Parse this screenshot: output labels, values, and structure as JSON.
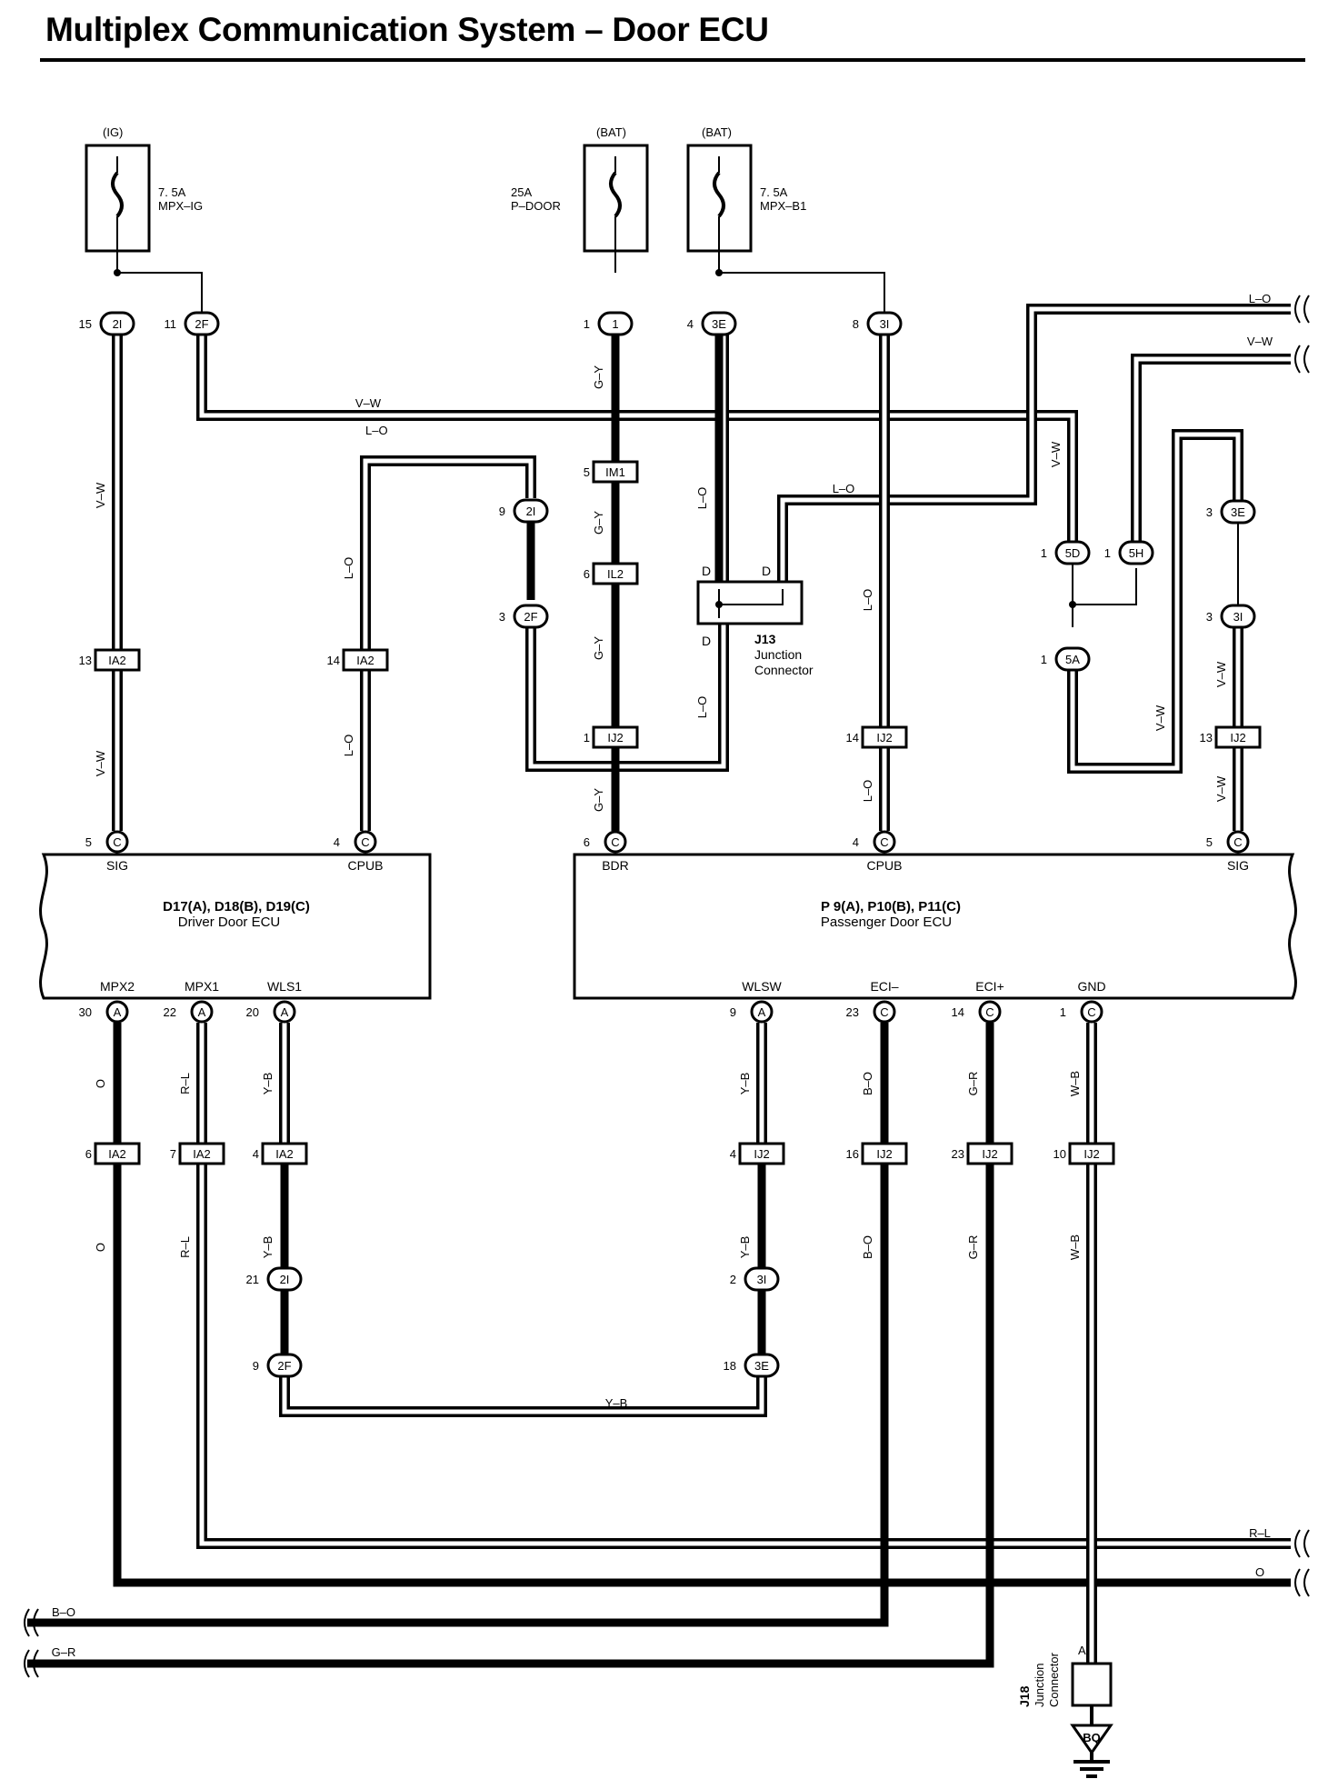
{
  "title": "Multiplex Communication System – Door ECU",
  "fuses": [
    {
      "supply": "(IG)",
      "rating": "7. 5A",
      "name": "MPX–IG"
    },
    {
      "supply": "(BAT)",
      "rating": "25A",
      "name": "P–DOOR"
    },
    {
      "supply": "(BAT)",
      "rating": "7. 5A",
      "name": "MPX–B1"
    }
  ],
  "ecus": {
    "driver": {
      "code": "D17(A), D18(B), D19(C)",
      "name": "Driver Door ECU",
      "top_pins": [
        "SIG",
        "CPUB"
      ],
      "bottom_pins": [
        "MPX2",
        "MPX1",
        "WLS1"
      ]
    },
    "passenger": {
      "code": "P 9(A), P10(B), P11(C)",
      "name": "Passenger Door ECU",
      "top_pins": [
        "BDR",
        "CPUB",
        "SIG"
      ],
      "bottom_pins": [
        "WLSW",
        "ECI–",
        "ECI+",
        "GND"
      ]
    }
  },
  "junctions": {
    "j13": {
      "id": "J13",
      "label1": "Junction",
      "label2": "Connector",
      "terminal": "D"
    },
    "j18": {
      "id": "J18",
      "label1": "Junction",
      "label2": "Connector",
      "terminal": "A"
    }
  },
  "ground": "BQ",
  "connectors": [
    "2I",
    "2F",
    "1",
    "3E",
    "3I",
    "IM1",
    "IL2",
    "IJ2",
    "IA2",
    "5D",
    "5H",
    "5A",
    "C",
    "A"
  ],
  "pin_numbers": [
    "15",
    "11",
    "2",
    "1",
    "4",
    "8",
    "5",
    "9",
    "6",
    "3",
    "13",
    "14",
    "30",
    "22",
    "20",
    "23",
    "10",
    "7",
    "16",
    "21",
    "18"
  ],
  "wire_colors": [
    "V–W",
    "L–O",
    "G–Y",
    "O",
    "R–L",
    "Y–B",
    "B–O",
    "G–R",
    "W–B"
  ],
  "offpage_wires": [
    "L–O",
    "V–W",
    "R–L",
    "O",
    "B–O",
    "G–R"
  ]
}
